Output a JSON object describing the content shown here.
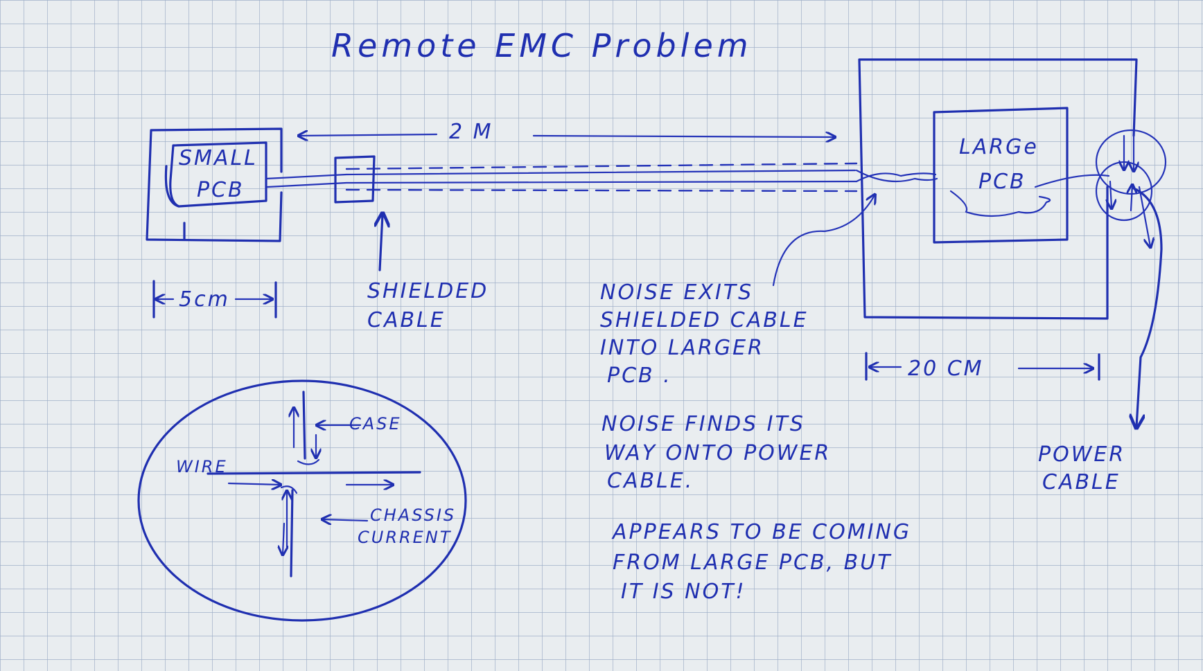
{
  "title": "Remote EMC Problem",
  "small_pcb": {
    "line1": "SMALL",
    "line2": "PCB"
  },
  "large_pcb": {
    "line1": "LARGe",
    "line2": "PCB"
  },
  "distance_cable": "2 M",
  "shielded_cable": {
    "line1": "SHIELDED",
    "line2": "CABLE"
  },
  "dim_small": "5cm",
  "dim_large": "20 CM",
  "noise_exits": [
    "NOISE EXITS",
    "SHIELDED CABLE",
    "INTO LARGER",
    "PCB ."
  ],
  "noise_finds": [
    "NOISE FINDS ITS",
    "WAY ONTO POWER",
    "CABLE."
  ],
  "appears": [
    "APPEARS TO BE COMING",
    "FROM LARGE PCB, BUT",
    "IT IS NOT!"
  ],
  "power_cable": {
    "line1": "POWER",
    "line2": "CABLE"
  },
  "inset": {
    "wire": "WIRE",
    "case": "CASE",
    "chassis_line1": "CHASSIS",
    "chassis_line2": "CURRENT"
  },
  "colors": {
    "ink": "#1f2fb0",
    "paper": "#e9edf0",
    "grid": "#9fb0c8"
  }
}
